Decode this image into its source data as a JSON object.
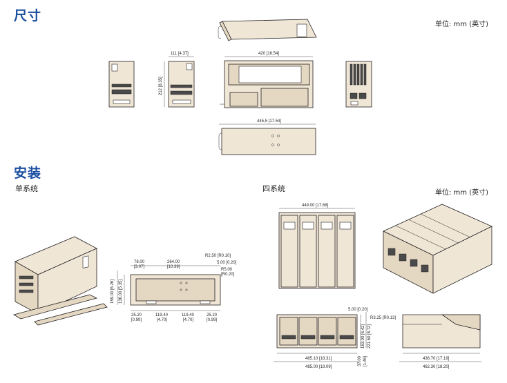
{
  "sections": {
    "dimensions_title": "尺寸",
    "installation_title": "安装",
    "single_system": "单系统",
    "four_system": "四系统"
  },
  "units": {
    "top": "单位: mm (英寸)",
    "bottom": "单位: mm (英寸)"
  },
  "dimension_labels": {
    "width_111": "111 [4.37]",
    "height_212": "212 [8.35]",
    "length_420": "420 [16.54]",
    "length_445": "445,5 [17.54]",
    "d_78": "78.00",
    "d_78_in": "[3.07]",
    "d_264": "264.00",
    "d_264_in": "[10.39]",
    "r_250": "R2.50 [R0.10]",
    "d_5_0": "5.00 [0.20]",
    "r_500": "R5.00",
    "r_500_in": "[R0.20]",
    "h_159": "159.00 [6.26]",
    "h_136": "136.00 [5.35]",
    "d_25_l": "25.20",
    "d_25_l_in": "[0.99]",
    "d_119_a": "119.40",
    "d_119_a_in": "[4.70]",
    "d_119_b": "119.40",
    "d_119_b_in": "[4.70]",
    "d_25_r": "25.20",
    "d_25_r_in": "[0.99]",
    "w_449": "449.00 [17.68]",
    "d_5_top": "5.00 [0.20]",
    "r_325": "R3.25 [R0.13]",
    "h_163": "163.00 [6.42]",
    "h_221": "221.50 [8.72]",
    "h_37": "37.00",
    "h_37_in": "[1.46]",
    "w_465": "465.10 [18.31]",
    "w_485": "485.00 [19.09]",
    "w_436": "436.70 [17.19]",
    "w_462": "462.30 [18.20]"
  }
}
